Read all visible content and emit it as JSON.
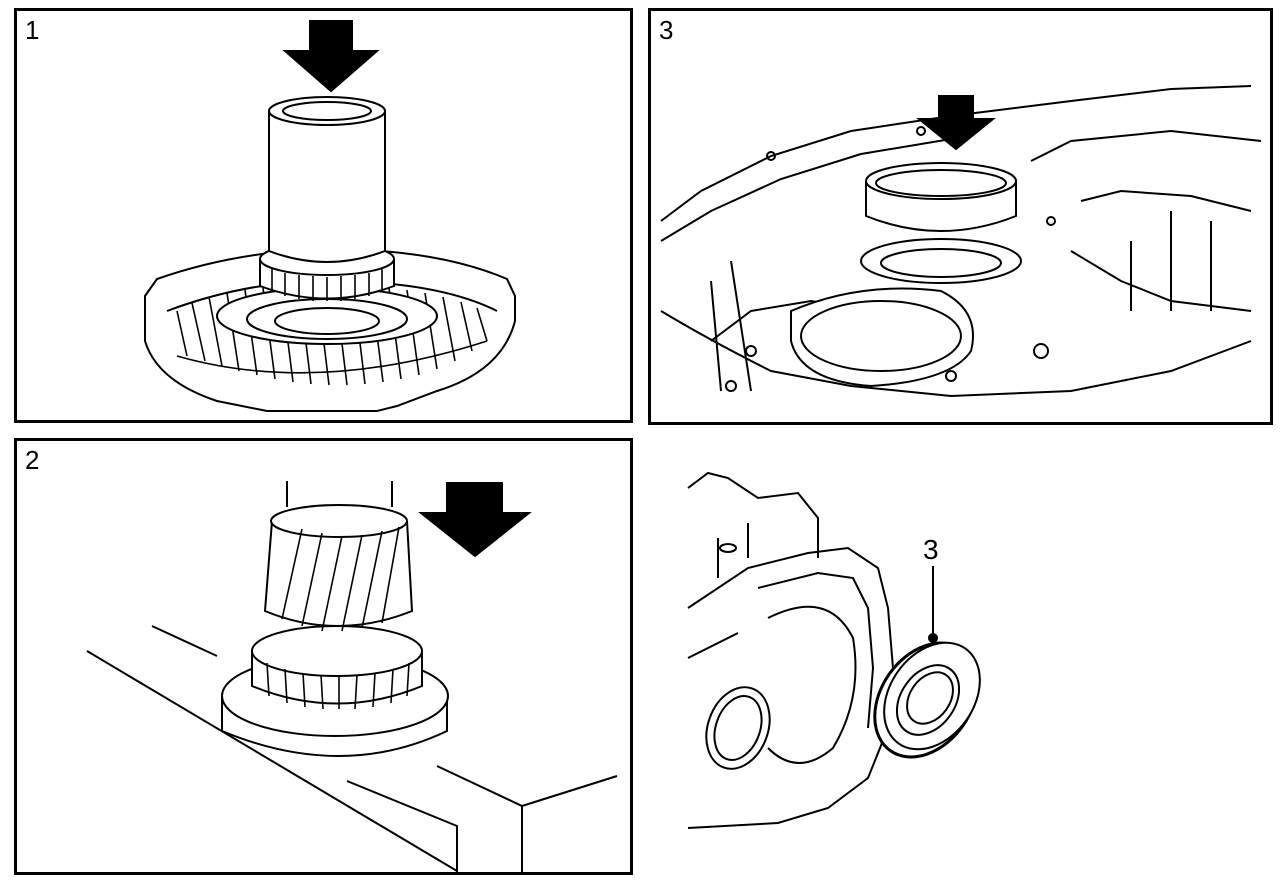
{
  "panels": [
    {
      "id": "p1",
      "number": "1"
    },
    {
      "id": "p3",
      "number": "3"
    },
    {
      "id": "p2",
      "number": "2"
    },
    {
      "id": "p4",
      "callout": "3"
    }
  ],
  "colors": {
    "ink": "#000000",
    "paper": "#ffffff"
  },
  "icons": [
    "press-arrow-icon"
  ]
}
